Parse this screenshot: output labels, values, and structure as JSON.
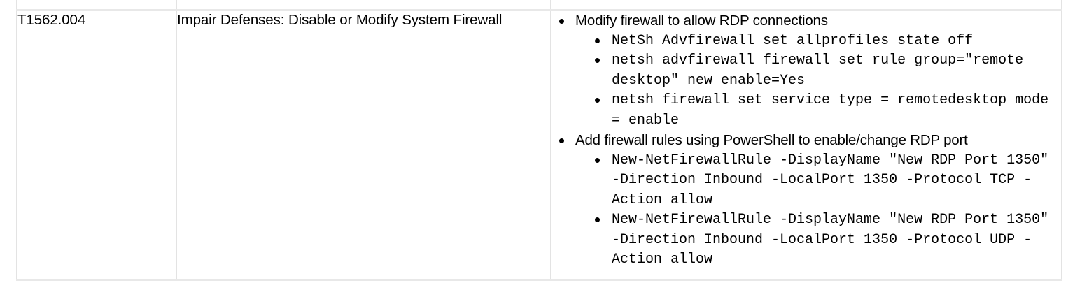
{
  "table": {
    "columns": [
      "technique-id",
      "technique-name",
      "commands"
    ],
    "clipped_row_above": true,
    "row": {
      "technique_id": "T1562.004",
      "technique_name": "Impair Defenses: Disable or Modify System Firewall",
      "command_groups": [
        {
          "heading": "Modify firewall to allow RDP connections",
          "commands": [
            "NetSh Advfirewall set allprofiles state off",
            "netsh advfirewall firewall set rule group=\"remote desktop\" new enable=Yes",
            "netsh firewall set service type = remotedesktop mode = enable"
          ]
        },
        {
          "heading": "Add firewall rules using PowerShell to enable/change RDP port",
          "commands": [
            "New-NetFirewallRule -DisplayName \"New RDP Port 1350\" -Direction Inbound -LocalPort 1350 -Protocol TCP -Action allow",
            "New-NetFirewallRule -DisplayName \"New RDP Port 1350\" -Direction Inbound -LocalPort 1350 -Protocol UDP -Action allow"
          ]
        }
      ]
    }
  },
  "colors": {
    "text": "#000000",
    "border": "#e3e3e3",
    "row_divider": "#e8e8e8",
    "background": "#ffffff"
  }
}
